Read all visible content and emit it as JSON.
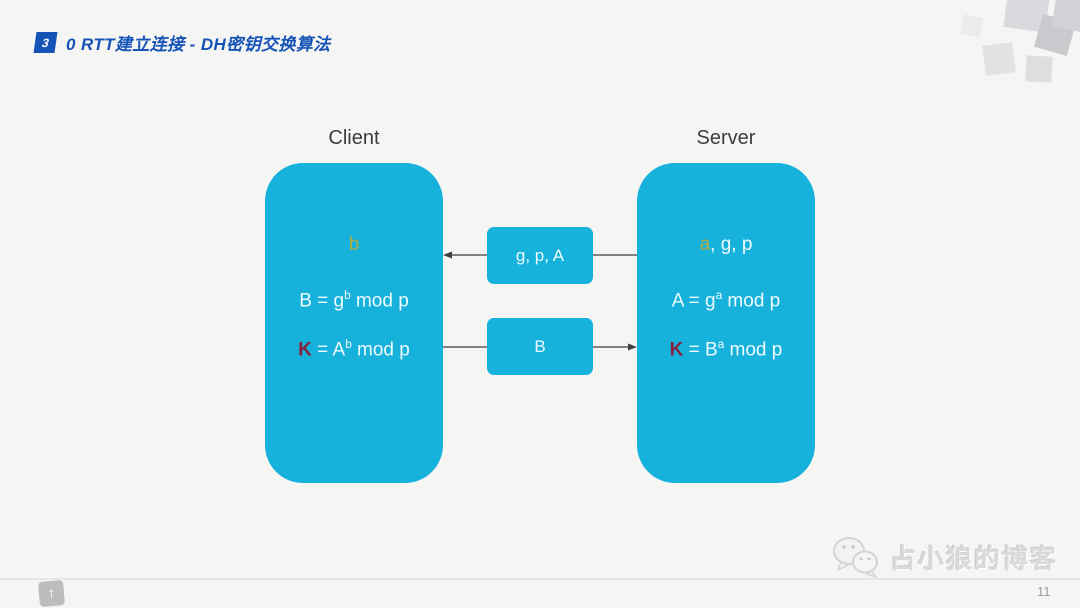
{
  "header": {
    "badge": "3",
    "title": "0 RTT建立连接 - DH密钥交换算法"
  },
  "diagram": {
    "client": {
      "label": "Client",
      "private_key": "b",
      "formula_public": {
        "head": "B = g",
        "sup": "b",
        "tail": " mod p"
      },
      "formula_secret": {
        "key": "K",
        "head": " = A",
        "sup": "b",
        "tail": " mod p"
      }
    },
    "server": {
      "label": "Server",
      "known_values": {
        "var": "a",
        "rest": ", g, p"
      },
      "formula_public": {
        "head": "A = g",
        "sup": "a",
        "tail": " mod p"
      },
      "formula_secret": {
        "key": "K",
        "head": " = B",
        "sup": "a",
        "tail": " mod p"
      }
    },
    "messages": [
      {
        "label": "g, p, A",
        "direction": "server-to-client"
      },
      {
        "label": "B",
        "direction": "client-to-server"
      }
    ]
  },
  "footer": {
    "back_to_top_icon": "↑",
    "watermark": "占小狼的博客",
    "page_number": "11"
  },
  "colors": {
    "accent_blue": "#1553b7",
    "box_cyan": "#17b2dc",
    "variable_yellow": "#b2ae44",
    "secret_red": "#87213a",
    "formula_white": "#eefaff",
    "background": "#f5f5f3"
  }
}
